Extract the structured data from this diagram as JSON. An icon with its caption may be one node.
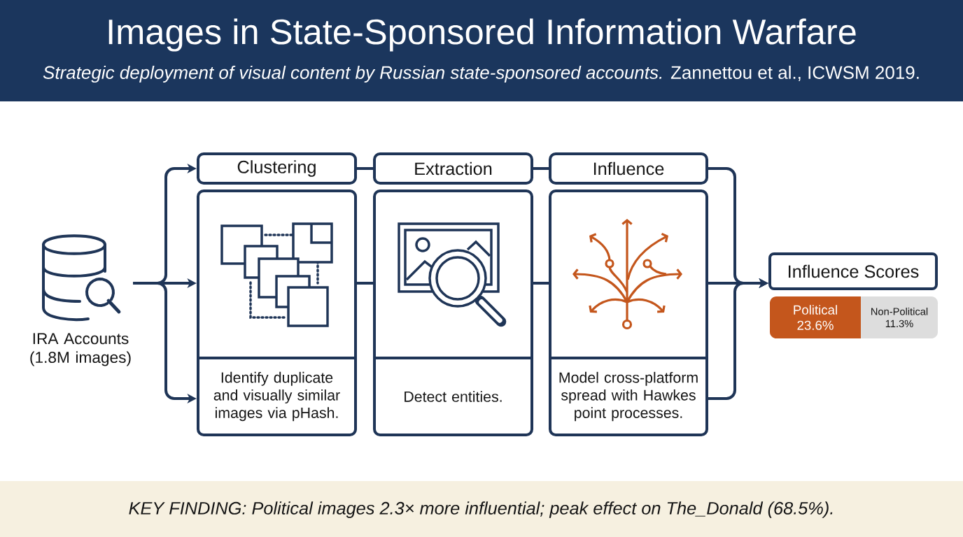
{
  "diagram": {
    "title": "Images in State-Sponsored Information Warfare",
    "caption": "KEY FINDING: Political images 2.3× more influential; peak effect on The_Donald (68.5%).",
    "nodes": [
      {
        "text": [
          "IRA Accounts (1.8M images)"
        ]
      },
      {
        "text": [
          "Clustering"
        ]
      },
      {
        "text": [
          "Identify duplicate and visually similar images via pHash."
        ]
      },
      {
        "text": [
          "Extraction"
        ]
      },
      {
        "text": [
          "Detect entities."
        ]
      },
      {
        "text": [
          "Influence"
        ]
      },
      {
        "text": [
          "Model cross-platform spread with Hawkes point processes."
        ]
      },
      {
        "text": [
          "Influence Scores"
        ]
      },
      {
        "text": [
          "Political",
          "23.6%"
        ]
      },
      {
        "text": [
          "Non-Political",
          "11.3%"
        ]
      }
    ],
    "edges": [
      {
        "from": 0,
        "to": 1,
        "arrow": "to"
      },
      {
        "from": 0,
        "to": 2,
        "arrow": "to"
      },
      {
        "from": 0,
        "to": 2,
        "arrow": "to"
      },
      {
        "from": 1,
        "to": 3,
        "arrow": "none"
      },
      {
        "from": 3,
        "to": 5,
        "arrow": "none"
      },
      {
        "from": 2,
        "to": 4,
        "arrow": "none"
      },
      {
        "from": 4,
        "to": 6,
        "arrow": "none"
      },
      {
        "from": 5,
        "to": 7,
        "arrow": "to"
      },
      {
        "from": 6,
        "to": 7,
        "arrow": "to"
      },
      {
        "from": 6,
        "to": 7,
        "arrow": "to"
      }
    ],
    "labels": [
      "*Strategic deployment of visual content by Russian state-sponsored accounts.* Zannettou et al., ICWSM 2019."
    ]
  }
}
